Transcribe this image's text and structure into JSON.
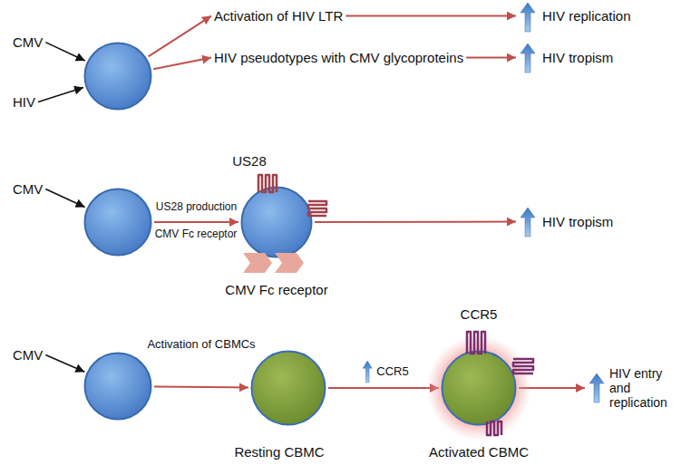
{
  "diagram": {
    "nodes": [
      {
        "text": [
          "CMV"
        ]
      },
      {
        "text": [
          "HIV"
        ]
      },
      {
        "text": []
      },
      {
        "text": [
          "Activation of HIV LTR"
        ]
      },
      {
        "text": [
          "HIV replication"
        ]
      },
      {
        "text": [
          "HIV pseudotypes with CMV glycoproteins"
        ]
      },
      {
        "text": [
          "HIV tropism"
        ]
      },
      {
        "text": [
          "CMV"
        ]
      },
      {
        "text": []
      },
      {
        "text": [
          "US28",
          "CMV Fc receptor"
        ]
      },
      {
        "text": [
          "HIV tropism"
        ]
      },
      {
        "text": [
          "CMV"
        ]
      },
      {
        "text": []
      },
      {
        "text": [
          "Resting CBMC"
        ]
      },
      {
        "text": [
          "CCR5",
          "Activated CBMC"
        ]
      },
      {
        "text": [
          "HIV entry and replication"
        ]
      }
    ],
    "edges": [
      {
        "from": 0,
        "to": 2,
        "arrow": "to"
      },
      {
        "from": 1,
        "to": 2,
        "arrow": "to"
      },
      {
        "from": 2,
        "to": 3,
        "arrow": "to"
      },
      {
        "from": 3,
        "to": 4,
        "arrow": "to"
      },
      {
        "from": 2,
        "to": 5,
        "arrow": "to"
      },
      {
        "from": 5,
        "to": 6,
        "arrow": "to"
      },
      {
        "from": 7,
        "to": 8,
        "arrow": "to"
      },
      {
        "from": 8,
        "to": 9,
        "label": "US28 production",
        "arrow": "to"
      },
      {
        "from": 9,
        "to": 10,
        "arrow": "to"
      },
      {
        "from": 11,
        "to": 12,
        "arrow": "to"
      },
      {
        "from": 12,
        "to": 13,
        "label": "Activation of CBMCs",
        "arrow": "to"
      },
      {
        "from": 13,
        "to": 14,
        "label": "CCR5",
        "arrow": "to"
      },
      {
        "from": 14,
        "to": 15,
        "arrow": "to"
      }
    ],
    "labels": [
      "CMV Fc receptor"
    ]
  }
}
